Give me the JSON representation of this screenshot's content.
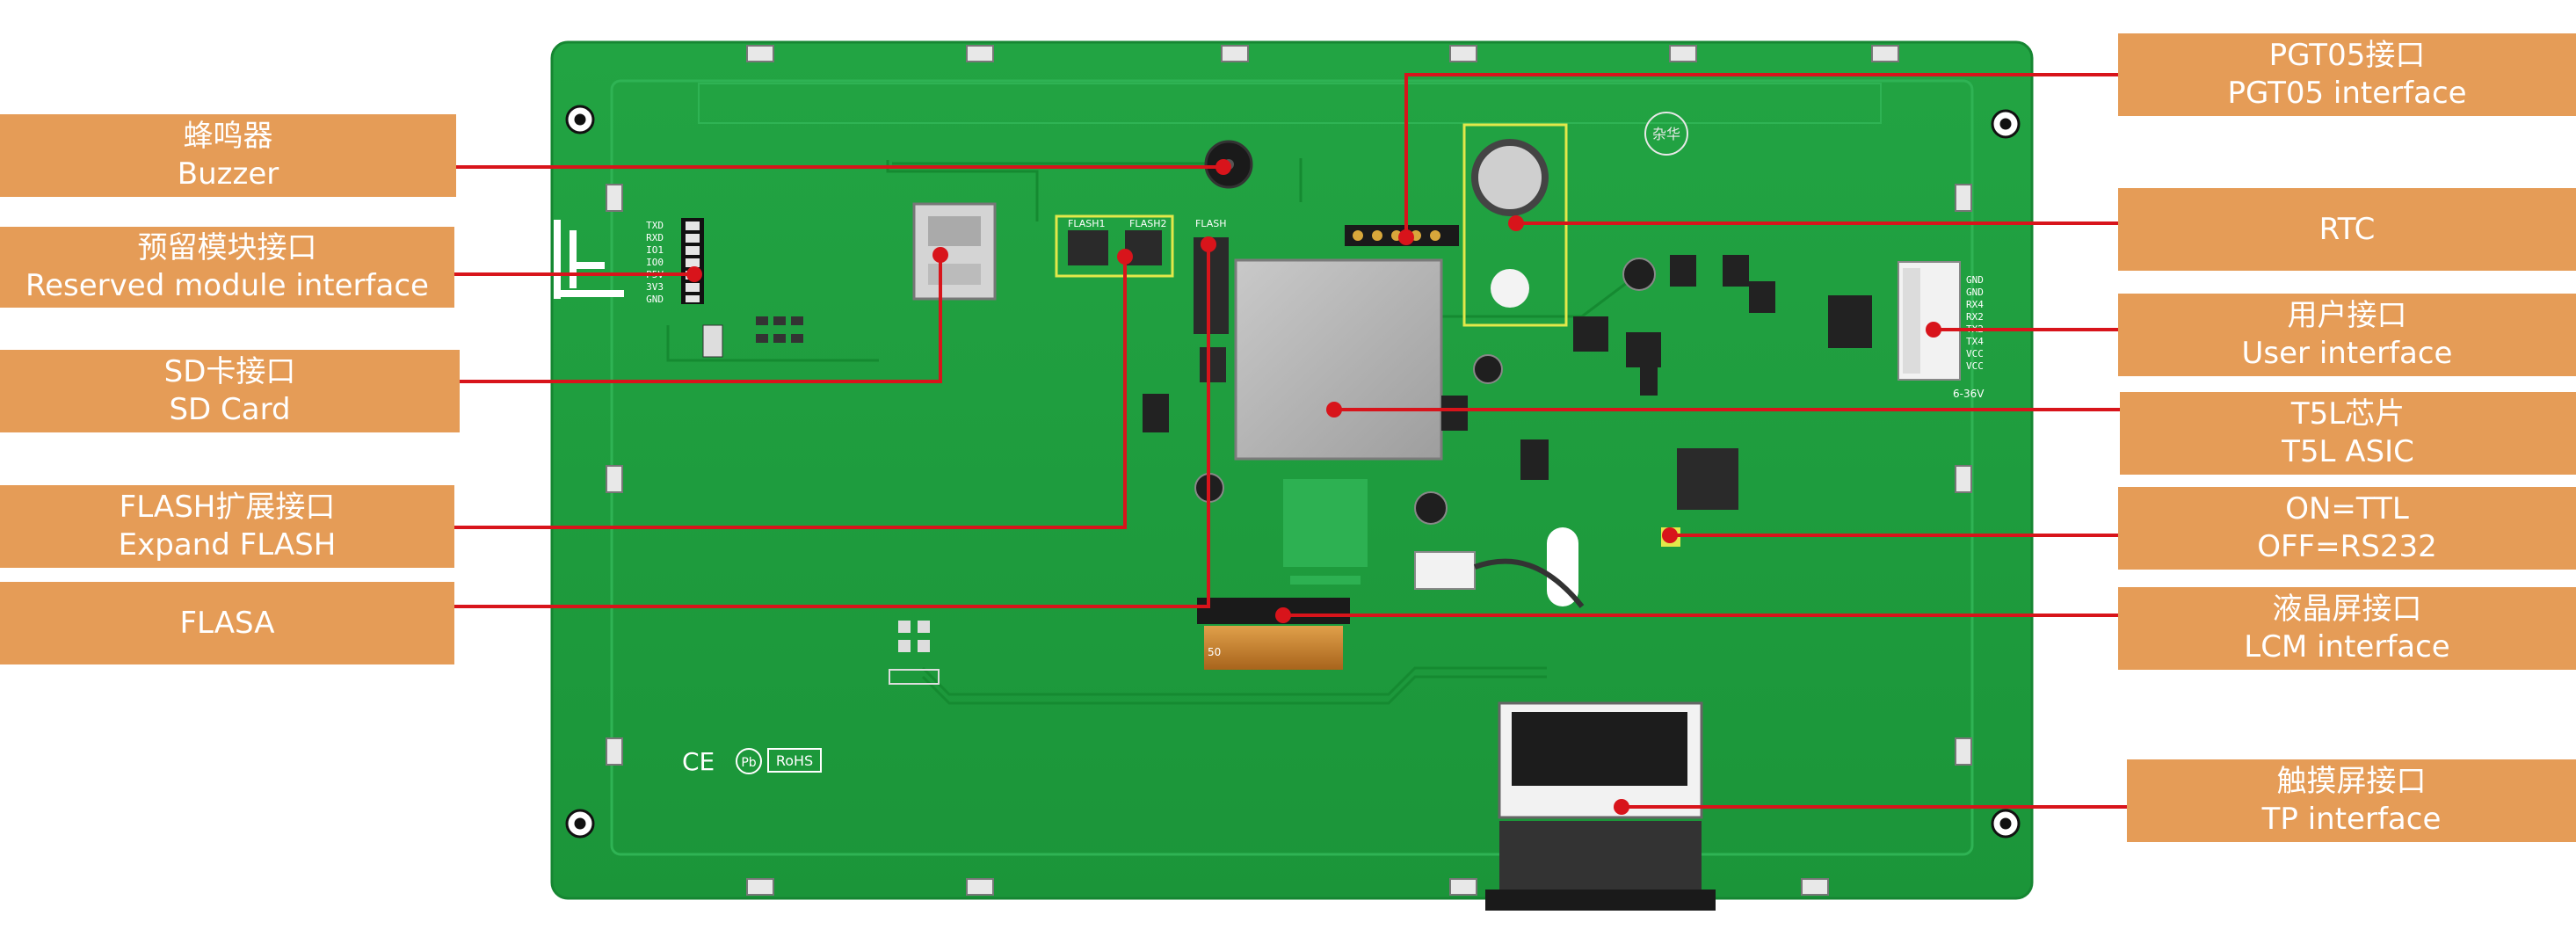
{
  "colors": {
    "board": "#1e9b3d",
    "board_edge": "#188a33",
    "label_bg": "#e59c57",
    "label_text": "#ffffff",
    "leader": "#d8141b",
    "highlight": "#e2e84a"
  },
  "callouts": {
    "buzzer": {
      "zh": "蜂鸣器",
      "en": "Buzzer"
    },
    "reserved_module": {
      "zh": "预留模块接口",
      "en": "Reserved module interface"
    },
    "sd_card": {
      "zh": "SD卡接口",
      "en": "SD Card"
    },
    "flash_expand": {
      "zh": "FLASH扩展接口",
      "en": "Expand FLASH"
    },
    "flasa": {
      "en": "FLASA"
    },
    "pgt05": {
      "zh": "PGT05接口",
      "en": "PGT05 interface"
    },
    "rtc": {
      "en": "RTC"
    },
    "user_interface": {
      "zh": "用户接口",
      "en": "User interface"
    },
    "t5l": {
      "zh": "T5L芯片",
      "en": "T5L ASIC"
    },
    "ttl_rs232": {
      "line1": "ON=TTL",
      "line2": "OFF=RS232"
    },
    "lcm": {
      "zh": "液晶屏接口",
      "en": "LCM interface"
    },
    "tp": {
      "zh": "触摸屏接口",
      "en": "TP interface"
    }
  },
  "board_markings": {
    "header_pins": [
      "TXD",
      "RXD",
      "IO1",
      "IO0",
      "P5V",
      "3V3",
      "GND"
    ],
    "user_pins": [
      "GND",
      "GND",
      "RX4",
      "RX2",
      "TX2",
      "TX4",
      "VCC",
      "VCC"
    ],
    "flash1": "FLASH1",
    "flash2": "FLASH2",
    "flash_top": "FLASH",
    "voltage": "6-36V",
    "cert_ce": "CE",
    "cert_pb": "Pb",
    "cert_rohs": "RoHS",
    "fpc_label": "50",
    "stamp": "杂华"
  }
}
